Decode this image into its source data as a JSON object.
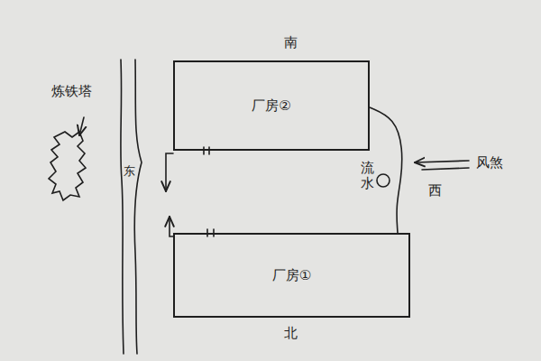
{
  "diagram": {
    "nodes": [
      {
        "text": [
          "厂房②"
        ]
      },
      {
        "text": [
          "厂房①"
        ]
      }
    ],
    "edges": [
      {
        "from": 0,
        "to": 1,
        "arrow": "none"
      }
    ],
    "labels": [
      "南",
      "北",
      "东",
      "西",
      "炼铁塔",
      "流水",
      "风煞"
    ]
  }
}
